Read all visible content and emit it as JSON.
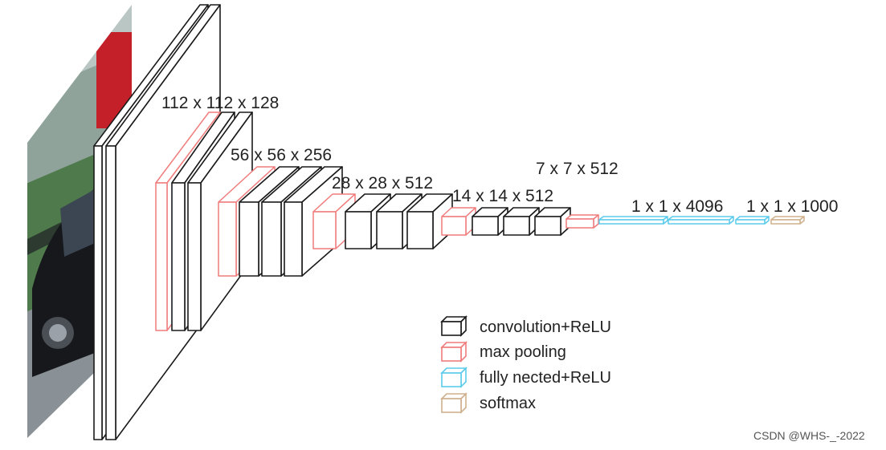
{
  "colors": {
    "conv": "#1a1a1a",
    "pool": "#f07c7c",
    "fc": "#5ccbea",
    "softmax": "#cfb08c",
    "image_sky": "#b9c6c3",
    "image_grass": "#4f7a4c",
    "image_car": "#16181c"
  },
  "image": {
    "subject": "car photo (input image)"
  },
  "dims": {
    "d1": "112 x 112 x 128",
    "d2": "56 x 56 x 256",
    "d3": "28 x 28 x 512",
    "d4": "14 x 14 x 512",
    "d5": "7 x 7 x 512",
    "d6": "1 x 1 x 4096",
    "d7": "1 x 1 x 1000"
  },
  "legend": [
    {
      "label": "convolution+ReLU",
      "color": "#1a1a1a"
    },
    {
      "label": "max pooling",
      "color": "#f07c7c"
    },
    {
      "label": "fully nected+ReLU",
      "color": "#5ccbea"
    },
    {
      "label": "softmax",
      "color": "#cfb08c"
    }
  ],
  "watermark": "CSDN @WHS-_-2022"
}
